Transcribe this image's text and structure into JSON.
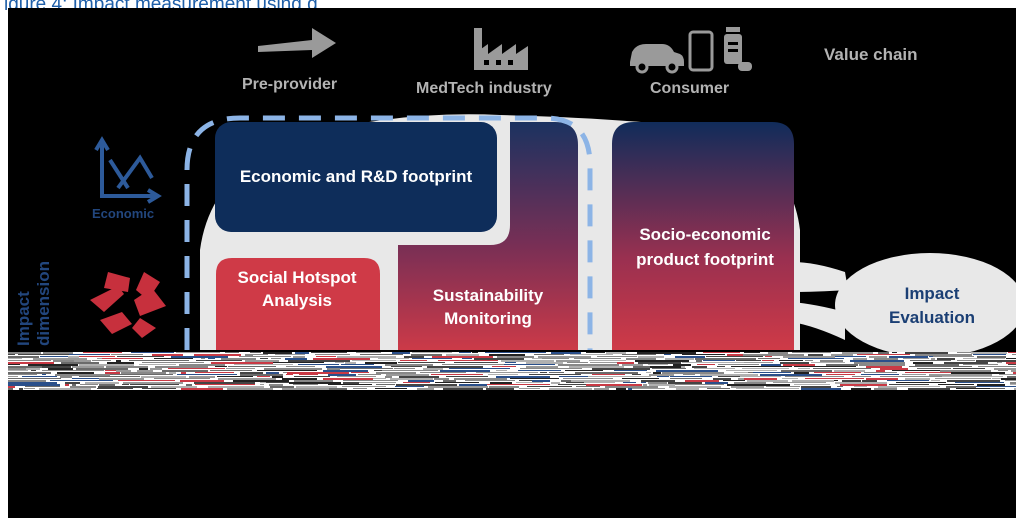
{
  "header": {
    "title_fragment": "igure 4: Impact measurement using g"
  },
  "value_chain": {
    "title": "Value chain",
    "stages": [
      {
        "label": "Pre-provider",
        "icon": "arrow-right-icon"
      },
      {
        "label": "MedTech industry",
        "icon": "factory-icon"
      },
      {
        "label": "Consumer",
        "icon": "consumer-products-icon"
      }
    ]
  },
  "impact_dimension": {
    "title": "Impact dimension",
    "economic_label": "Economic",
    "economic_icon": "economic-chart-icon",
    "social_icon": "social-hands-icon"
  },
  "boxes": {
    "economic": "Economic and R&D footprint",
    "social_hotspot": "Social Hotspot Analysis",
    "sustainability": "Sustainability Monitoring",
    "socio_economic": "Socio-economic product footprint",
    "impact_evaluation": "Impact Evaluation"
  },
  "colors": {
    "navy": "#0e2d5a",
    "red": "#cf3a47",
    "gray_label": "#b3b3b3",
    "dashed_blue": "#8cb4e6",
    "bubble": "#e8e8e8",
    "title_blue": "#1f5fa8"
  }
}
